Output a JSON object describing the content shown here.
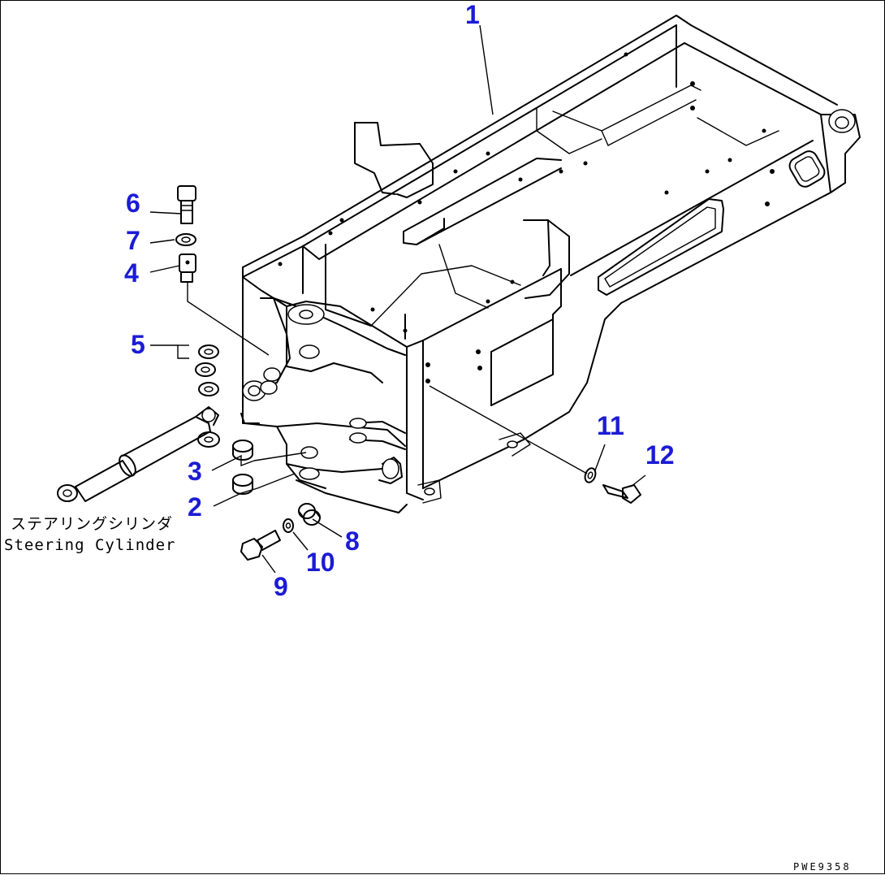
{
  "diagram": {
    "callouts": [
      "1",
      "2",
      "3",
      "4",
      "5",
      "6",
      "7",
      "8",
      "9",
      "10",
      "11",
      "12"
    ],
    "part_label_jp": "ステアリングシリンダ",
    "part_label_en": "Steering Cylinder",
    "drawing_code": "PWE9358"
  }
}
